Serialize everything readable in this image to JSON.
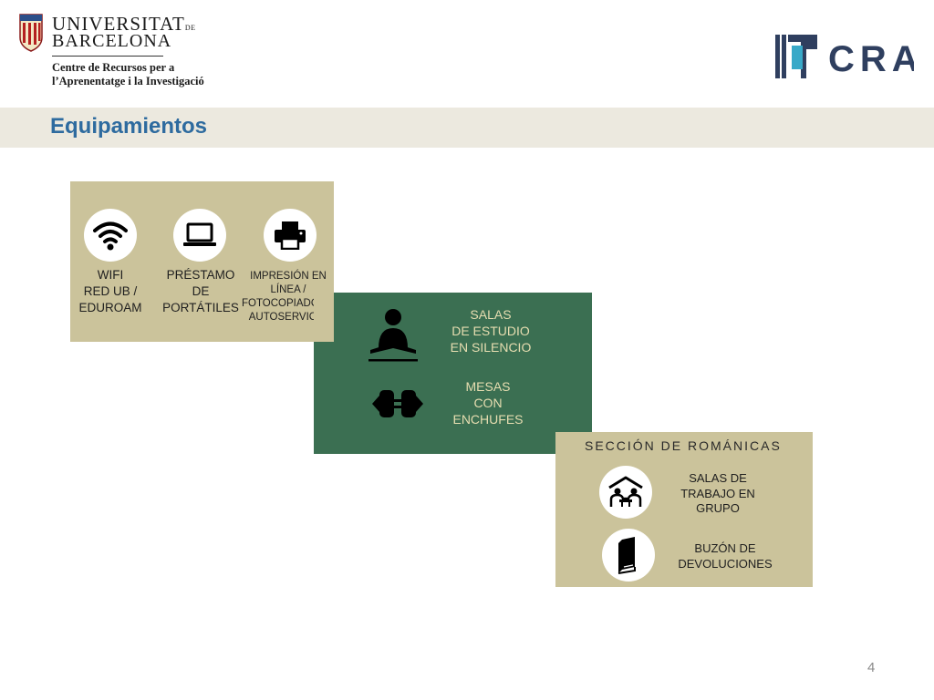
{
  "header": {
    "university_line1_big": "UNIVERSITAT",
    "university_line1_small": "DE",
    "university_line2": "BARCELONA",
    "centre_line1": "Centre de Recursos per a",
    "centre_line2": "l’Aprenentatge i la Investigació",
    "brand": "CRAI"
  },
  "slide": {
    "title": "Equipamientos",
    "page_number": "4"
  },
  "panel_services": {
    "items": [
      {
        "icon": "wifi-icon",
        "lines": [
          "WIFI",
          "RED UB /",
          "EDUROAM"
        ]
      },
      {
        "icon": "laptop-icon",
        "lines": [
          "PRÉSTAMO",
          "DE",
          "PORTÁTILES"
        ]
      },
      {
        "icon": "printer-icon",
        "lines": [
          "IMPRESIÓN EN",
          "LÍNEA /",
          "FOTOCOPIADORAS",
          "AUTOSERVICIO"
        ]
      }
    ]
  },
  "panel_study": {
    "items": [
      {
        "icon": "reader-icon",
        "lines": [
          "SALAS",
          "DE ESTUDIO",
          "EN SILENCIO"
        ]
      },
      {
        "icon": "plug-icon",
        "lines": [
          "MESAS",
          "CON",
          "ENCHUFES"
        ]
      }
    ]
  },
  "panel_romanicas": {
    "title": "SECCIÓN DE ROMÁNICAS",
    "items": [
      {
        "icon": "group-room-icon",
        "lines": [
          "SALAS DE",
          "TRABAJO EN",
          "GRUPO"
        ]
      },
      {
        "icon": "book-return-icon",
        "lines": [
          "BUZÓN DE",
          "DEVOLUCIONES"
        ]
      }
    ]
  },
  "colors": {
    "title_blue": "#2e6b9f",
    "panel_tan": "#cbc39b",
    "panel_green": "#3b6f52",
    "green_text": "#e6ddb0",
    "title_bar": "#ece9df"
  }
}
